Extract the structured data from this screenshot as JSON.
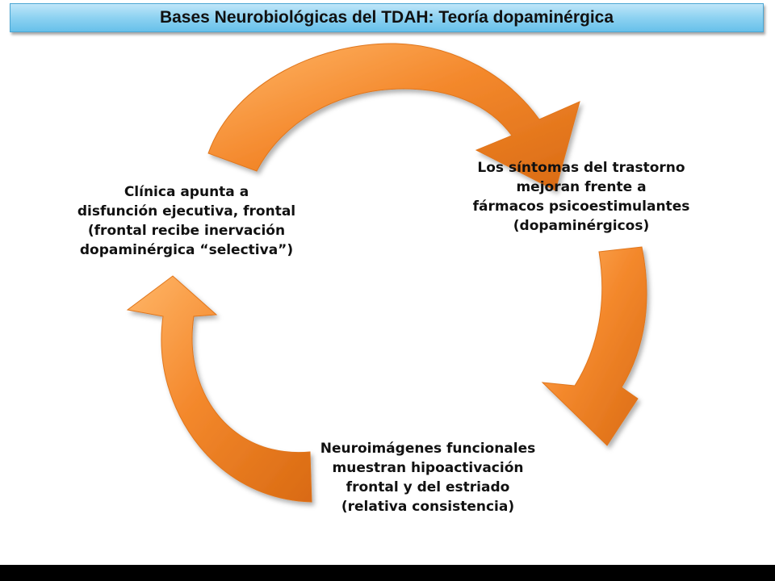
{
  "title": "Bases Neurobiológicas del TDAH: Teoría dopaminérgica",
  "colors": {
    "arrow_fill": "#f4892d",
    "arrow_light": "#ffb668",
    "arrow_dark": "#d96a12",
    "title_bar": "#8dd2f1"
  },
  "nodes": {
    "top_right": {
      "lines": [
        "Los síntomas del trastorno",
        "mejoran frente a",
        "fármacos psicoestimulantes",
        "(dopaminérgicos)"
      ]
    },
    "left": {
      "lines": [
        "Clínica apunta a",
        "disfunción ejecutiva, frontal",
        "(frontal recibe inervación",
        "dopaminérgica “selectiva”)"
      ]
    },
    "bottom": {
      "lines": [
        "Neuroimágenes funcionales",
        "muestran hipoactivación",
        "frontal y del estriado",
        "(relativa consistencia)"
      ]
    }
  }
}
